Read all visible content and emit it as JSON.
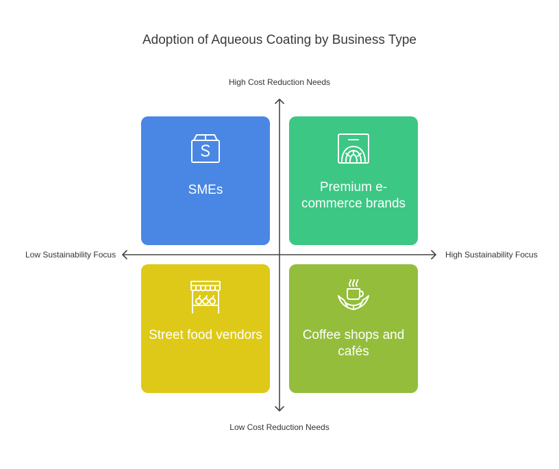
{
  "title": "Adoption of Aqueous Coating by Business Type",
  "axes": {
    "top": "High Cost Reduction Needs",
    "bottom": "Low Cost Reduction Needs",
    "left": "Low Sustainability Focus",
    "right": "High Sustainability Focus"
  },
  "quadrants": [
    {
      "label": "SMEs",
      "color": "#4a87e4",
      "icon": "box-s-icon"
    },
    {
      "label": "Premium e-commerce brands",
      "color": "#3cc784",
      "icon": "shopping-bag-icon"
    },
    {
      "label": "Street food vendors",
      "color": "#dec918",
      "icon": "food-stall-icon"
    },
    {
      "label": "Coffee shops and cafés",
      "color": "#93bd3b",
      "icon": "coffee-croissant-icon"
    }
  ]
}
